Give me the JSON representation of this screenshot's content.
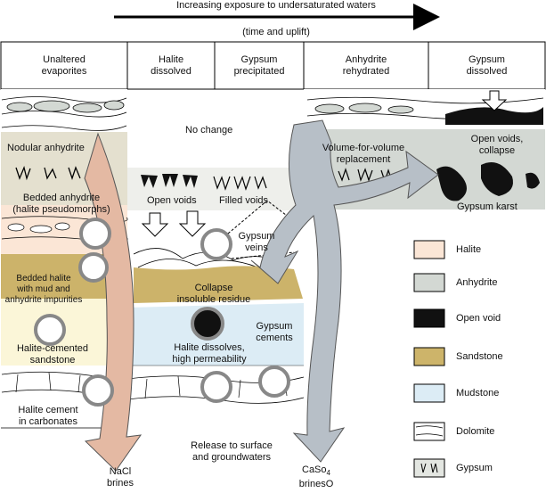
{
  "top": {
    "exposure_label": "Increasing exposure to undersaturated waters",
    "time_label": "(time and uplift)"
  },
  "columns": [
    {
      "label_line1": "Unaltered",
      "label_line2": "evaporites"
    },
    {
      "label_line1": "Halite",
      "label_line2": "dissolved"
    },
    {
      "label_line1": "Gypsum",
      "label_line2": "precipitated"
    },
    {
      "label_line1": "Anhydrite",
      "label_line2": "rehydrated"
    },
    {
      "label_line1": "Gypsum",
      "label_line2": "dissolved"
    }
  ],
  "labels": {
    "nodular_anhydrite": "Nodular anhydrite",
    "bedded_anhydrite_1": "Bedded anhydrite",
    "bedded_anhydrite_2": "(halite pseudomorphs)",
    "bedded_halite_1": "Bedded halite",
    "bedded_halite_2": "with mud and",
    "bedded_halite_3": "anhydrite impurities",
    "halite_sandstone_1": "Halite-cemented",
    "halite_sandstone_2": "sandstone",
    "halite_carbonates_1": "Halite cement",
    "halite_carbonates_2": "in carbonates",
    "no_change": "No change",
    "open_voids": "Open voids",
    "filled_voids": "Filled voids",
    "gypsum_veins_1": "Gypsum",
    "gypsum_veins_2": "veins",
    "collapse_1": "Collapse",
    "collapse_2": "insoluble residue",
    "gypsum_cements_1": "Gypsum",
    "gypsum_cements_2": "cements",
    "halite_dissolves_1": "Halite dissolves,",
    "halite_dissolves_2": "high permeability",
    "replacement_1": "Volume-for-volume",
    "replacement_2": "replacement",
    "open_voids_collapse_1": "Open voids,",
    "open_voids_collapse_2": "collapse",
    "gypsum_karst": "Gypsum karst",
    "release_1": "Release to surface",
    "release_2": "and groundwaters",
    "nacl_1": "NaCl",
    "nacl_2": "brines",
    "caso4_1": "CaSo",
    "caso4_sub": "4",
    "caso4_2": "brinesO"
  },
  "legend": [
    {
      "label": "Halite",
      "color": "#fbe6d6"
    },
    {
      "label": "Anhydrite",
      "color": "#d3d8d3"
    },
    {
      "label": "Open void",
      "color": "#111111"
    },
    {
      "label": "Sandstone",
      "color": "#cdb46a"
    },
    {
      "label": "Mudstone",
      "color": "#dcecf5"
    },
    {
      "label": "Dolomite",
      "color": "#ffffff"
    },
    {
      "label": "Gypsum",
      "color": "#e3e6e1"
    }
  ],
  "colors": {
    "halite": "#fbe6d6",
    "anhydrite": "#d3d8d3",
    "nodular_anhydrite": "#e4e0cf",
    "sandstone": "#cdb46a",
    "sandstone_light": "#fbf6d8",
    "mudstone": "#dcecf5",
    "nacl_arrow": "#e4b9a3",
    "caso4_arrow": "#b7bfc7"
  }
}
